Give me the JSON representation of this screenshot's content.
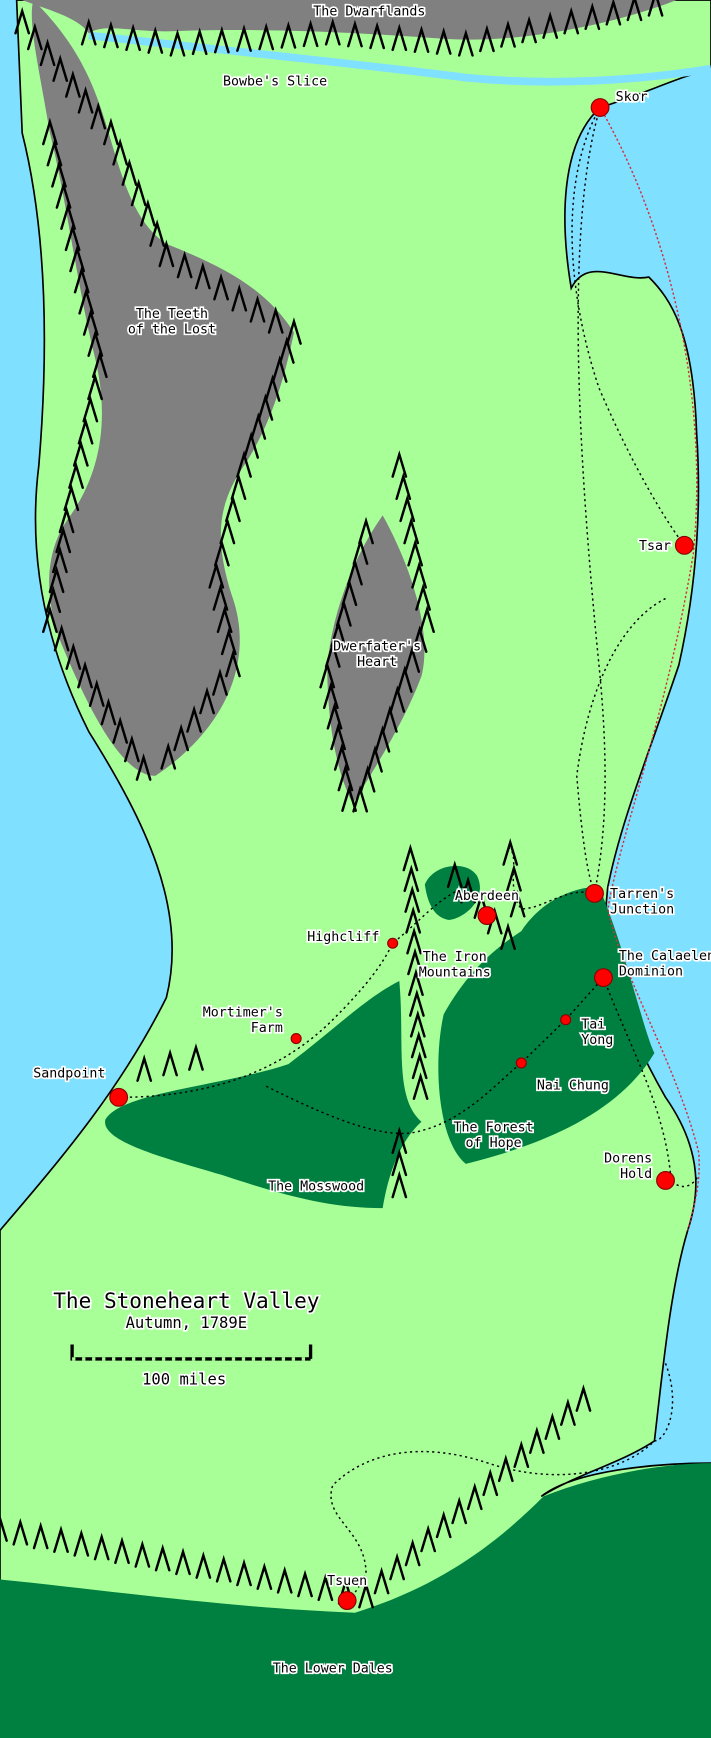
{
  "map": {
    "title": "The Stoneheart Valley",
    "subtitle": "Autumn, 1789E",
    "scale_label": "100 miles",
    "colors": {
      "water": "#80e0ff",
      "land": "#a8ff98",
      "forest": "#008040",
      "mountain": "#808080",
      "city": "#ff0000",
      "border": "#cc3344"
    },
    "regions": [
      {
        "id": "dwarflands",
        "label": [
          "The Dwarflands"
        ]
      },
      {
        "id": "bowbe",
        "label": [
          "Bowbe's Slice"
        ]
      },
      {
        "id": "teeth",
        "label": [
          "The Teeth",
          "of the Lost"
        ]
      },
      {
        "id": "dwerfater",
        "label": [
          "Dwerfater's",
          "Heart"
        ]
      },
      {
        "id": "iron",
        "label": [
          "The Iron",
          "Mountains"
        ]
      },
      {
        "id": "hope",
        "label": [
          "The Forest",
          "of Hope"
        ]
      },
      {
        "id": "mosswood",
        "label": [
          "The Mosswood"
        ]
      },
      {
        "id": "lowerdales",
        "label": [
          "The Lower Dales"
        ]
      }
    ],
    "cities": [
      {
        "name": [
          "Skor"
        ],
        "size": "large"
      },
      {
        "name": [
          "Tsar"
        ],
        "size": "large"
      },
      {
        "name": [
          "Tarren's",
          "Junction"
        ],
        "size": "large"
      },
      {
        "name": [
          "The Calaelen",
          "Dominion"
        ],
        "size": "large"
      },
      {
        "name": [
          "Aberdeen"
        ],
        "size": "large"
      },
      {
        "name": [
          "Highcliff"
        ],
        "size": "small"
      },
      {
        "name": [
          "Mortimer's",
          "Farm"
        ],
        "size": "small"
      },
      {
        "name": [
          "Sandpoint"
        ],
        "size": "large"
      },
      {
        "name": [
          "Tai",
          "Yong"
        ],
        "size": "small"
      },
      {
        "name": [
          "Nai Chung"
        ],
        "size": "small"
      },
      {
        "name": [
          "Dorens",
          "Hold"
        ],
        "size": "large"
      },
      {
        "name": [
          "Tsuen"
        ],
        "size": "large"
      }
    ]
  }
}
